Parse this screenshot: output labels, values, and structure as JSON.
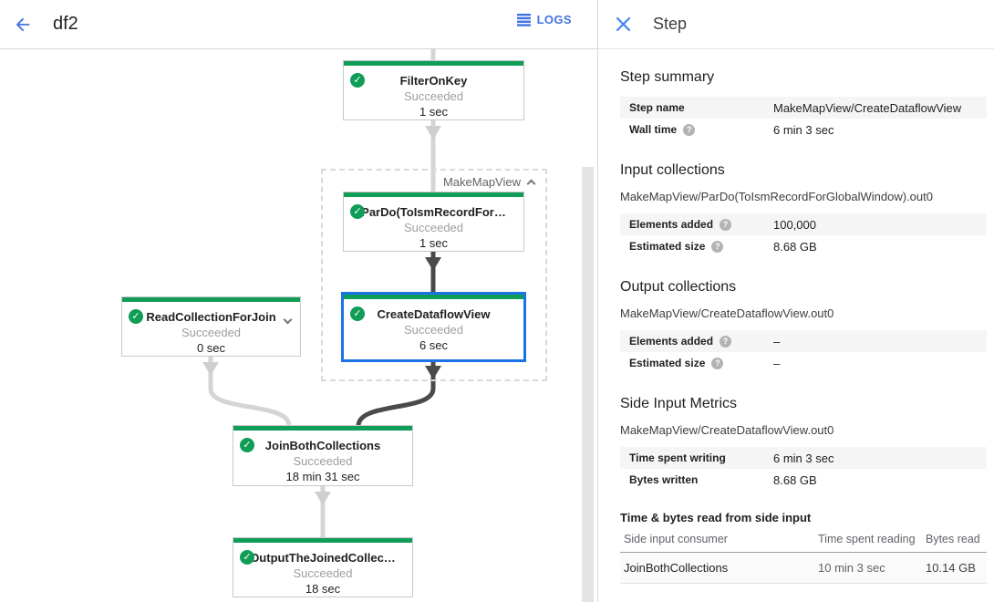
{
  "header": {
    "title": "df2",
    "logs_label": "LOGS"
  },
  "colors": {
    "success_green": "#0f9d58",
    "selected_blue": "#1a73e8",
    "accent_blue": "#4173e0"
  },
  "graph": {
    "group_label": "MakeMapView",
    "nodes": [
      {
        "title": "FilterOnKey",
        "status": "Succeeded",
        "time": "1 sec"
      },
      {
        "title": "ParDo(ToIsmRecordFor…",
        "status": "Succeeded",
        "time": "1 sec"
      },
      {
        "title": "CreateDataflowView",
        "status": "Succeeded",
        "time": "6 sec"
      },
      {
        "title": "ReadCollectionForJoin",
        "status": "Succeeded",
        "time": "0 sec"
      },
      {
        "title": "JoinBothCollections",
        "status": "Succeeded",
        "time": "18 min 31 sec"
      },
      {
        "title": "OutputTheJoinedCollec…",
        "status": "Succeeded",
        "time": "18 sec"
      }
    ]
  },
  "panel": {
    "title": "Step",
    "summary": {
      "heading": "Step summary",
      "rows": [
        {
          "label": "Step name",
          "value": "MakeMapView/CreateDataflowView"
        },
        {
          "label": "Wall time",
          "value": "6 min 3 sec"
        }
      ]
    },
    "input": {
      "heading": "Input collections",
      "collection": "MakeMapView/ParDo(ToIsmRecordForGlobalWindow).out0",
      "rows": [
        {
          "label": "Elements added",
          "value": "100,000"
        },
        {
          "label": "Estimated size",
          "value": "8.68 GB"
        }
      ]
    },
    "output": {
      "heading": "Output collections",
      "collection": "MakeMapView/CreateDataflowView.out0",
      "rows": [
        {
          "label": "Elements added",
          "value": "–"
        },
        {
          "label": "Estimated size",
          "value": "–"
        }
      ]
    },
    "side_input": {
      "heading": "Side Input Metrics",
      "collection": "MakeMapView/CreateDataflowView.out0",
      "rows": [
        {
          "label": "Time spent writing",
          "value": "6 min 3 sec"
        },
        {
          "label": "Bytes written",
          "value": "8.68 GB"
        }
      ]
    },
    "side_input_table": {
      "heading": "Time & bytes read from side input",
      "columns": [
        "Side input consumer",
        "Time spent reading",
        "Bytes read"
      ],
      "rows": [
        {
          "consumer": "JoinBothCollections",
          "time_reading": "10 min 3 sec",
          "bytes_read": "10.14 GB"
        }
      ]
    }
  }
}
